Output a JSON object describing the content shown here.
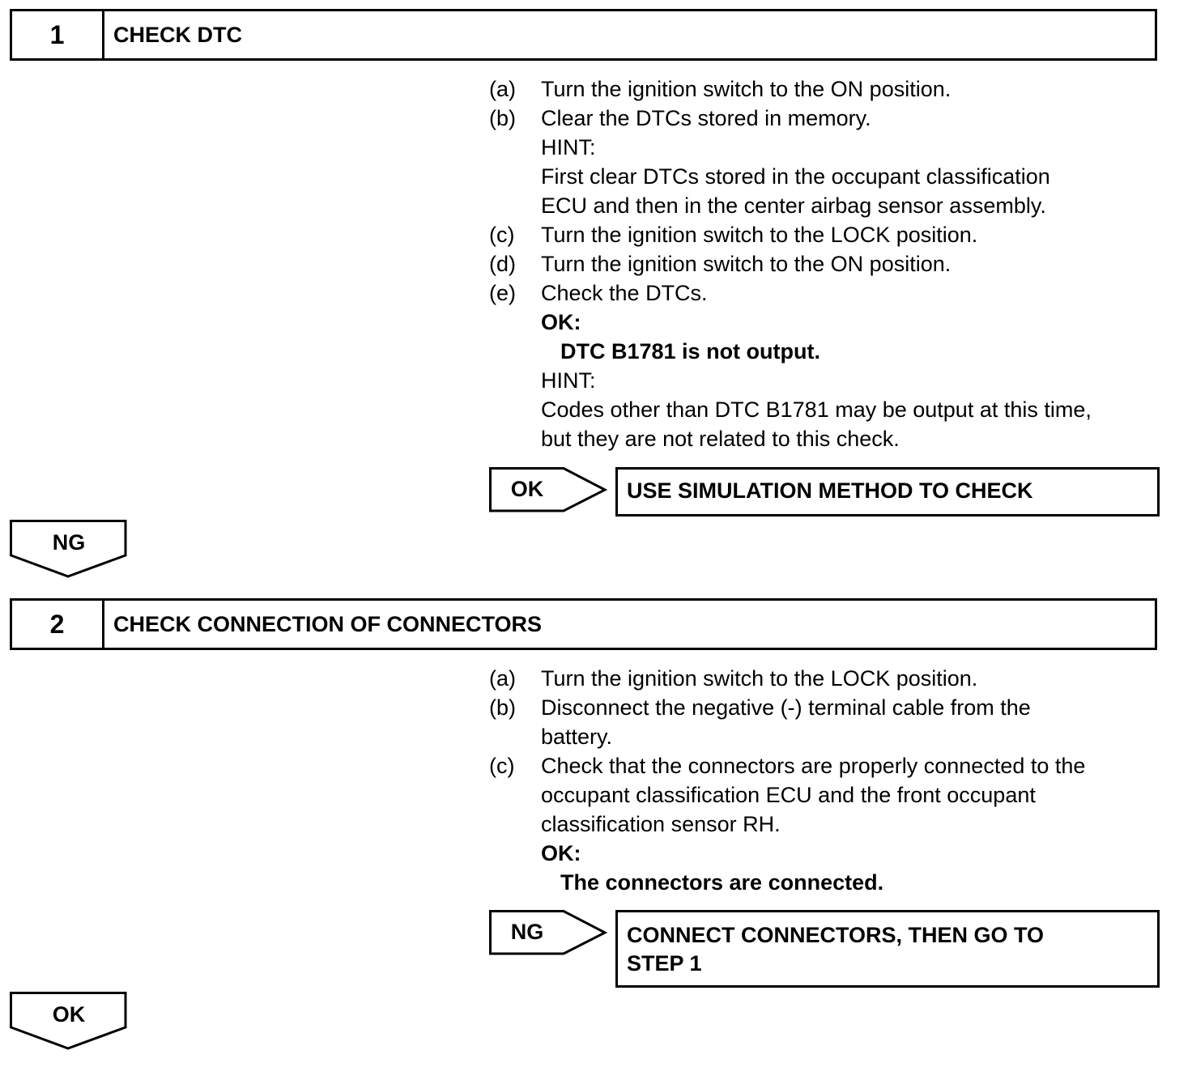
{
  "step1": {
    "number": "1",
    "title": "CHECK DTC",
    "instructions": [
      {
        "label": "(a)",
        "text": "Turn the ignition switch to the ON position."
      },
      {
        "label": "(b)",
        "text": "Clear the DTCs stored in memory."
      },
      {
        "label": "",
        "text": "HINT:"
      },
      {
        "label": "",
        "text": "First clear DTCs stored in the occupant classification"
      },
      {
        "label": "",
        "text": "ECU and then in the center airbag sensor assembly."
      },
      {
        "label": "(c)",
        "text": "Turn the ignition switch to the LOCK position."
      },
      {
        "label": "(d)",
        "text": "Turn the ignition switch to the ON position."
      },
      {
        "label": "(e)",
        "text": "Check the DTCs."
      },
      {
        "label": "",
        "text": "OK:"
      },
      {
        "label": "",
        "text": "DTC B1781 is not output."
      },
      {
        "label": "",
        "text": "HINT:"
      },
      {
        "label": "",
        "text": "Codes other than DTC B1781 may be output at this time,"
      },
      {
        "label": "",
        "text": "but they are not related to this check."
      }
    ],
    "result": {
      "tag": "OK",
      "action_line1": "USE SIMULATION METHOD TO CHECK",
      "action_line2": ""
    },
    "next": "NG"
  },
  "step2": {
    "number": "2",
    "title": "CHECK CONNECTION OF CONNECTORS",
    "instructions": [
      {
        "label": "(a)",
        "text": "Turn the ignition switch to the LOCK position."
      },
      {
        "label": "(b)",
        "text": "Disconnect the negative (-) terminal cable from the"
      },
      {
        "label": "",
        "text": "battery."
      },
      {
        "label": "(c)",
        "text": "Check that the connectors are properly connected to the"
      },
      {
        "label": "",
        "text": "occupant classification ECU and the front occupant"
      },
      {
        "label": "",
        "text": "classification sensor RH."
      },
      {
        "label": "",
        "text": "OK:"
      },
      {
        "label": "",
        "text": "The connectors are connected."
      }
    ],
    "result": {
      "tag": "NG",
      "action_line1": "CONNECT CONNECTORS, THEN GO TO",
      "action_line2": "STEP 1"
    },
    "next": "OK"
  }
}
